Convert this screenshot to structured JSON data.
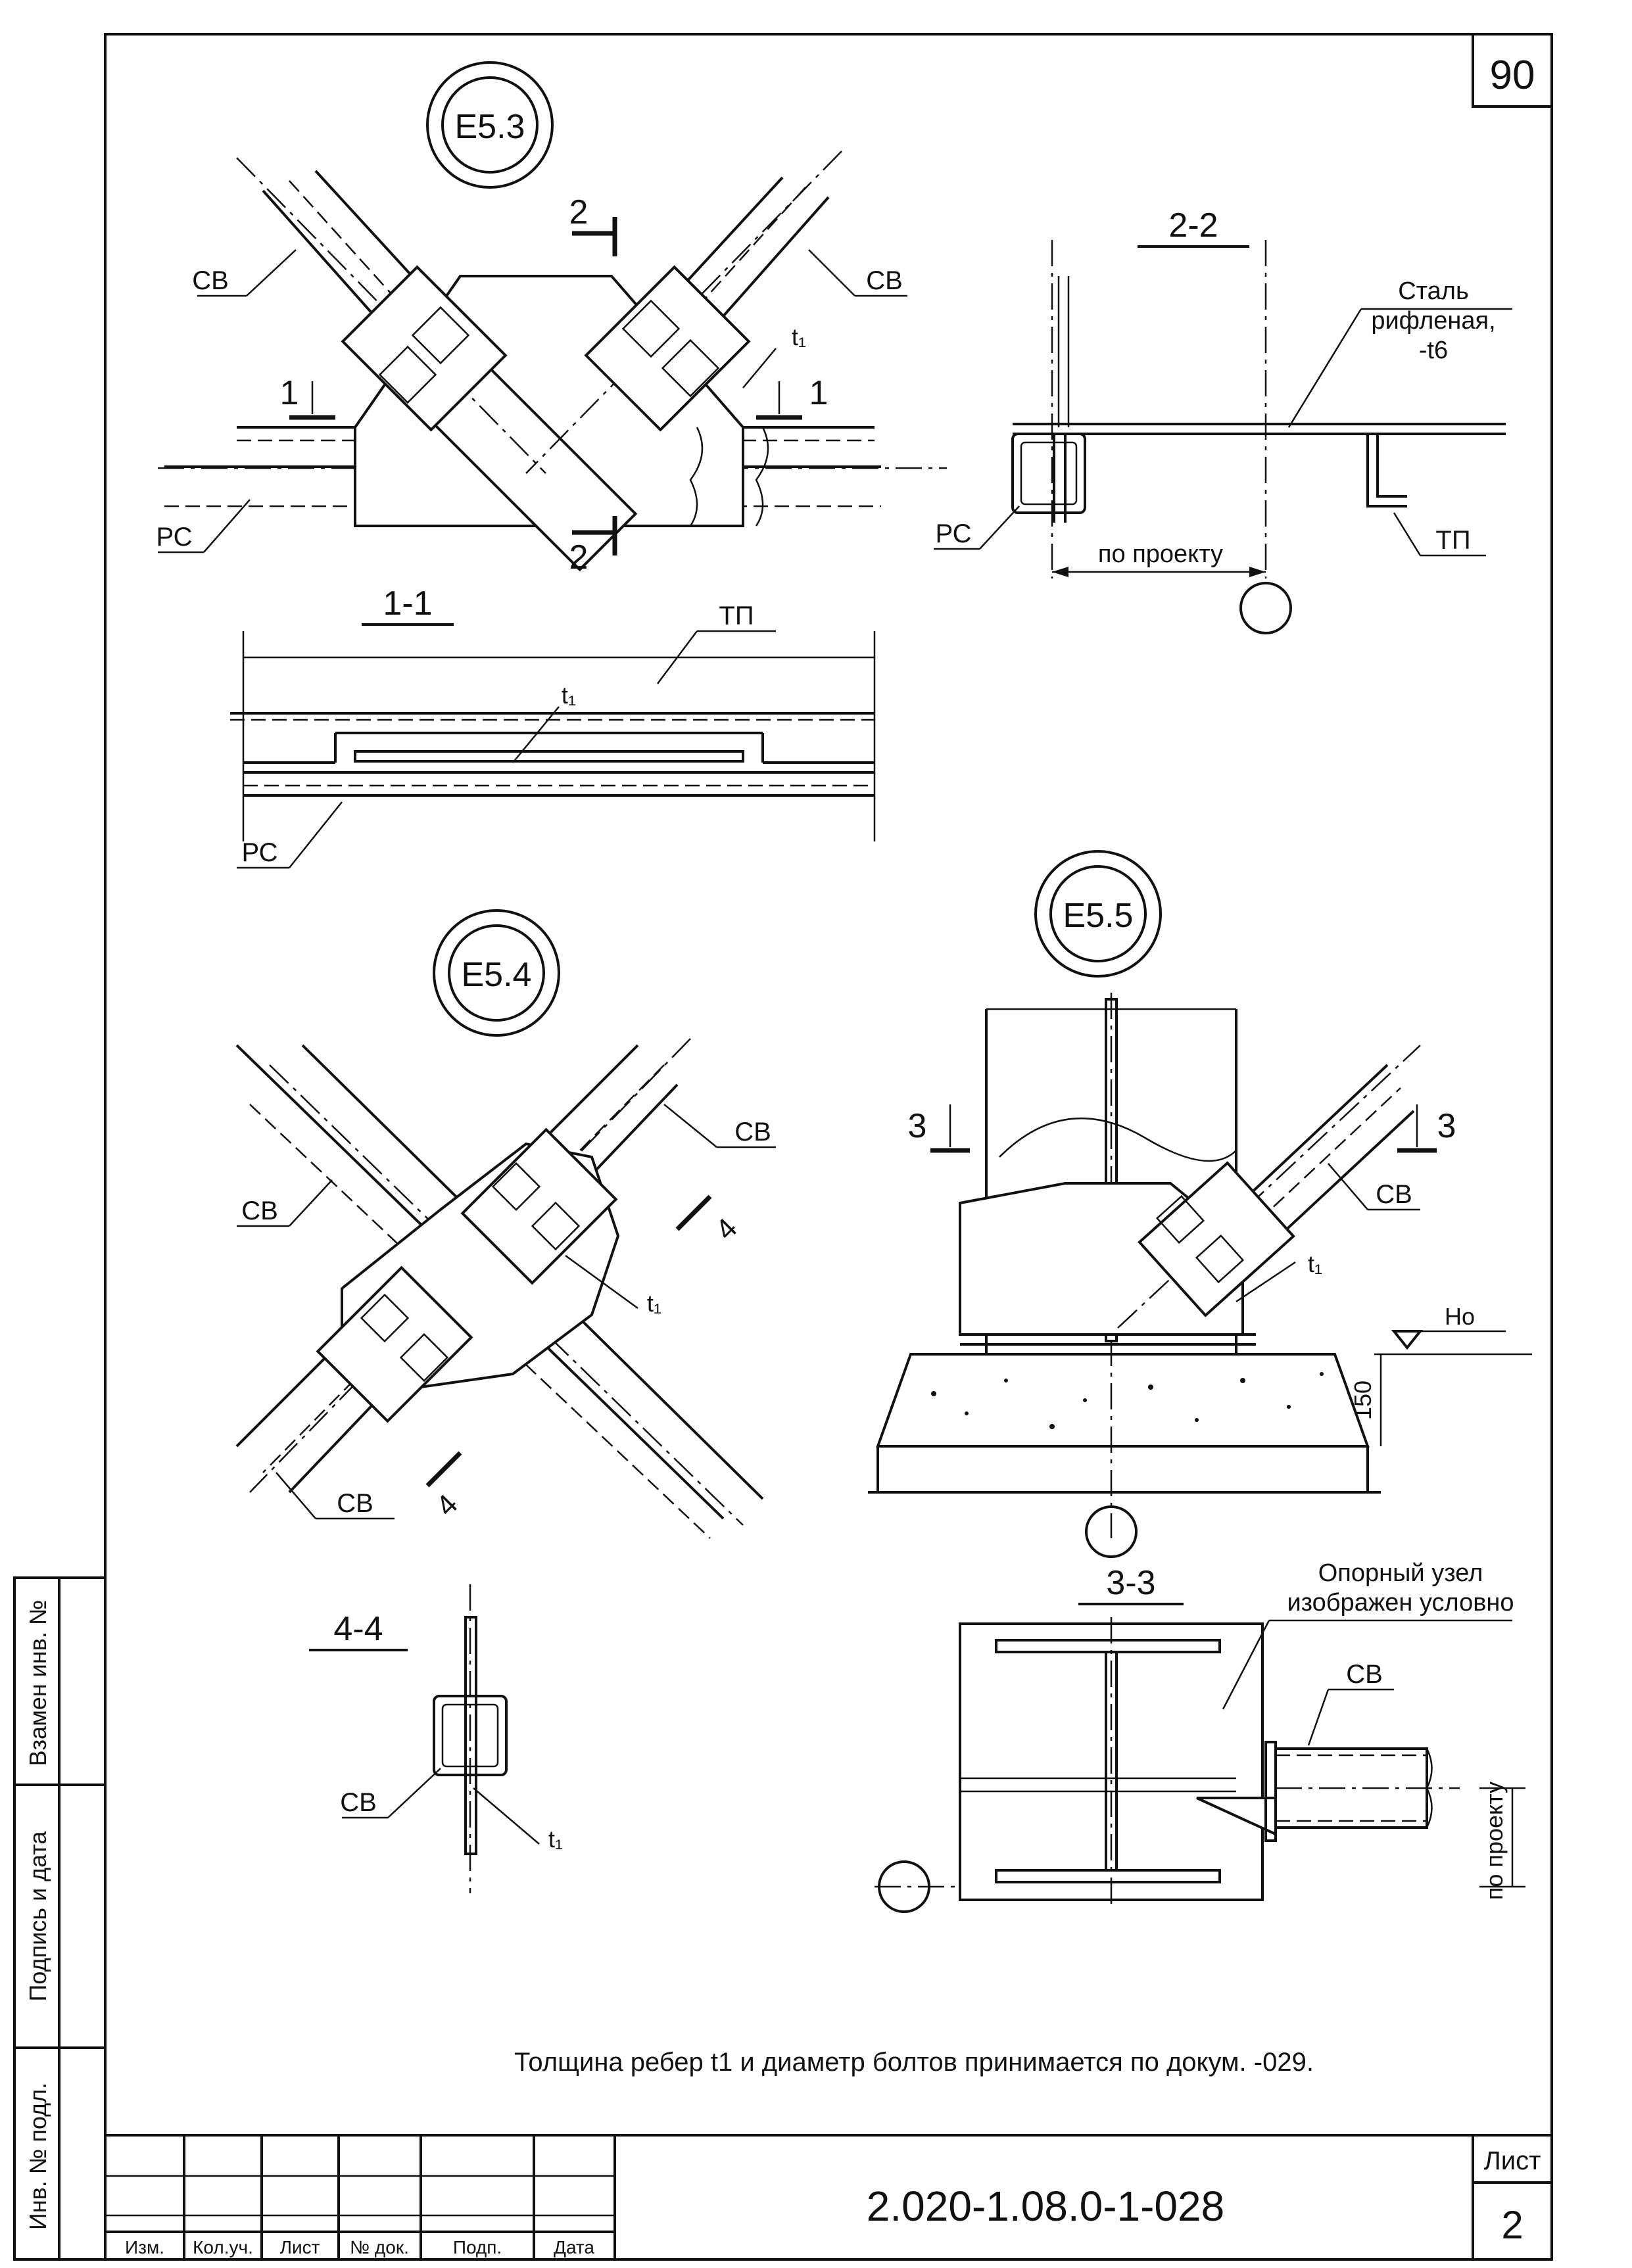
{
  "sheet": {
    "corner_number": "90",
    "note": "Толщина ребер t1 и диаметр болтов принимается по докум. -029.",
    "title_block": {
      "doc_code": "2.020-1.08.0-1-028",
      "sheet_label": "Лист",
      "sheet_number": "2",
      "columns": [
        "Изм.",
        "Кол.уч.",
        "Лист",
        "№ док.",
        "Подп.",
        "Дата"
      ]
    },
    "side_stamps": [
      "Инв. № подл.",
      "Подпись и дата",
      "Взамен инв. №"
    ]
  },
  "details": {
    "e53": {
      "badge": "Е5.3",
      "cut_2_top": "2",
      "cut_2_bottom": "2",
      "cut_1_left": "1",
      "cut_1_right": "1",
      "label_sv_left": "СВ",
      "label_sv_right": "СВ",
      "label_t1": "t₁",
      "label_rs": "РС"
    },
    "s22": {
      "title": "2-2",
      "material_1": "Сталь",
      "material_2": "рифленая,",
      "material_3": "-t6",
      "label_rs": "РС",
      "label_tp": "ТП",
      "dim": "по проекту"
    },
    "s11": {
      "title": "1-1",
      "label_tp": "ТП",
      "label_t1": "t₁",
      "label_rs": "РС"
    },
    "e54": {
      "badge": "Е5.4",
      "label_sv_top": "СВ",
      "label_sv_left": "СВ",
      "label_sv_bottom": "СВ",
      "label_t1": "t₁",
      "cut_4_top": "4",
      "cut_4_bottom": "4"
    },
    "s44": {
      "title": "4-4",
      "label_sv": "СВ",
      "label_t1": "t₁"
    },
    "e55": {
      "badge": "Е5.5",
      "cut_3_left": "3",
      "cut_3_right": "3",
      "label_sv": "СВ",
      "label_t1": "t₁",
      "label_h0": "Hо",
      "dim_150": "150"
    },
    "s33": {
      "title": "3-3",
      "note_1": "Опорный узел",
      "note_2": "изображен  условно",
      "label_sv": "СВ",
      "dim": "по проекту"
    }
  }
}
